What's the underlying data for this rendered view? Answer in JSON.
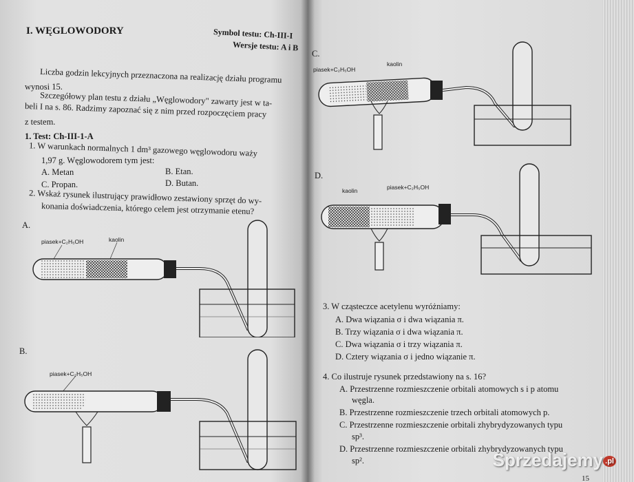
{
  "left": {
    "title": "I. WĘGLOWODORY",
    "symbol": "Symbol testu: Ch-III-I",
    "versions": "Wersje testu: A i B",
    "intro1": "Liczba godzin lekcyjnych przeznaczona na realizację działu programu",
    "intro2": "wynosi 15.",
    "intro3": "Szczegółowy plan testu z działu „Węglowodory\" zawarty jest w ta-",
    "intro4": "beli I na s. 86. Radzimy zapoznać się z nim przed rozpoczęciem pracy",
    "intro5": "z testem.",
    "test_heading": "1. Test: Ch-III-1-A",
    "q1_line1": "1. W warunkach normalnych 1 dm³ gazowego węglowodoru waży",
    "q1_line2": "1,97 g. Węglowodorem tym jest:",
    "q1_a": "A. Metan",
    "q1_b": "B. Etan.",
    "q1_c": "C. Propan.",
    "q1_d": "D. Butan.",
    "q2_line1": "2. Wskaż rysunek ilustrujący prawidłowo zestawiony sprzęt do wy-",
    "q2_line2": "konania doświadczenia, którego celem jest otrzymanie etenu?",
    "fig_a_label": "A.",
    "fig_b_label": "B.",
    "fig_a_sand": "piasek+C₂H₅OH",
    "fig_a_kaolin": "kaolin",
    "fig_b_sand": "piasek+C₂H₅OH"
  },
  "right": {
    "fig_c_label": "C.",
    "fig_d_label": "D.",
    "fig_c_sand": "piasek+C₂H₅OH",
    "fig_c_kaolin": "kaolin",
    "fig_d_kaolin": "kaolin",
    "fig_d_sand": "piasek+C₂H₅OH",
    "q3": "3. W cząsteczce acetylenu wyróżniamy:",
    "q3_a": "A. Dwa wiązania σ i dwa wiązania π.",
    "q3_b": "B. Trzy wiązania σ i dwa wiązania π.",
    "q3_c": "C. Dwa wiązania σ i trzy wiązania π.",
    "q3_d": "D. Cztery wiązania σ i jedno wiązanie π.",
    "q4": "4. Co ilustruje rysunek przedstawiony na s. 16?",
    "q4_a1": "A. Przestrzenne rozmieszczenie orbitali atomowych s i p atomu",
    "q4_a2": "węgla.",
    "q4_b": "B. Przestrzenne rozmieszczenie trzech orbitali atomowych p.",
    "q4_c1": "C. Przestrzenne rozmieszczenie orbitali zhybrydyzowanych typu",
    "q4_c2": "sp³.",
    "q4_d1": "D. Przestrzenne rozmieszczenie orbitali zhybrydyzowanych typu",
    "q4_d2": "sp².",
    "page_number": "15"
  },
  "watermark": {
    "text": "Sprzedajemy",
    "suffix": ".pl"
  }
}
